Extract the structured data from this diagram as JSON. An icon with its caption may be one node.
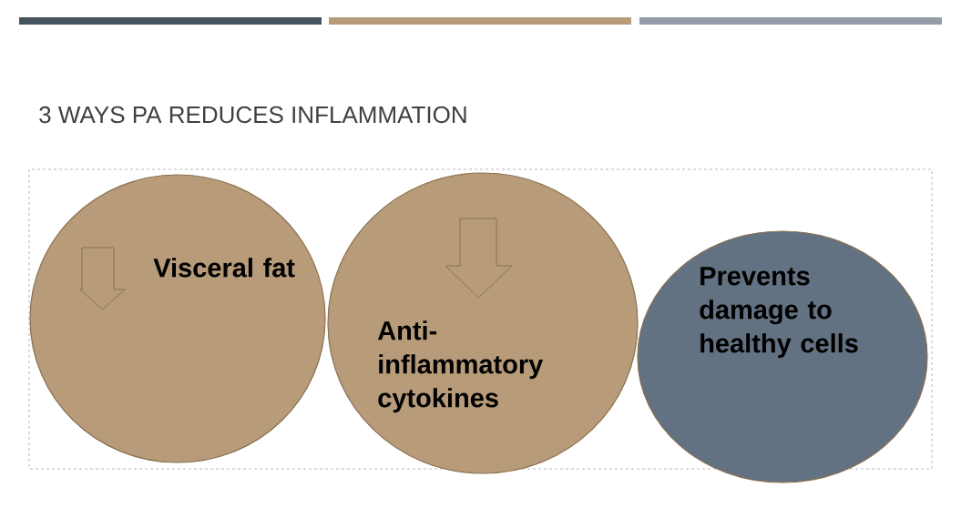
{
  "diagram": {
    "title": "3 WAYS PA REDUCES INFLAMMATION",
    "nodes": [
      {
        "text": [
          "Visceral fat"
        ]
      },
      {
        "text": [
          "Anti-inflammatory cytokines"
        ]
      },
      {
        "text": [
          "Prevents damage to healthy cells"
        ]
      }
    ],
    "edges": []
  }
}
